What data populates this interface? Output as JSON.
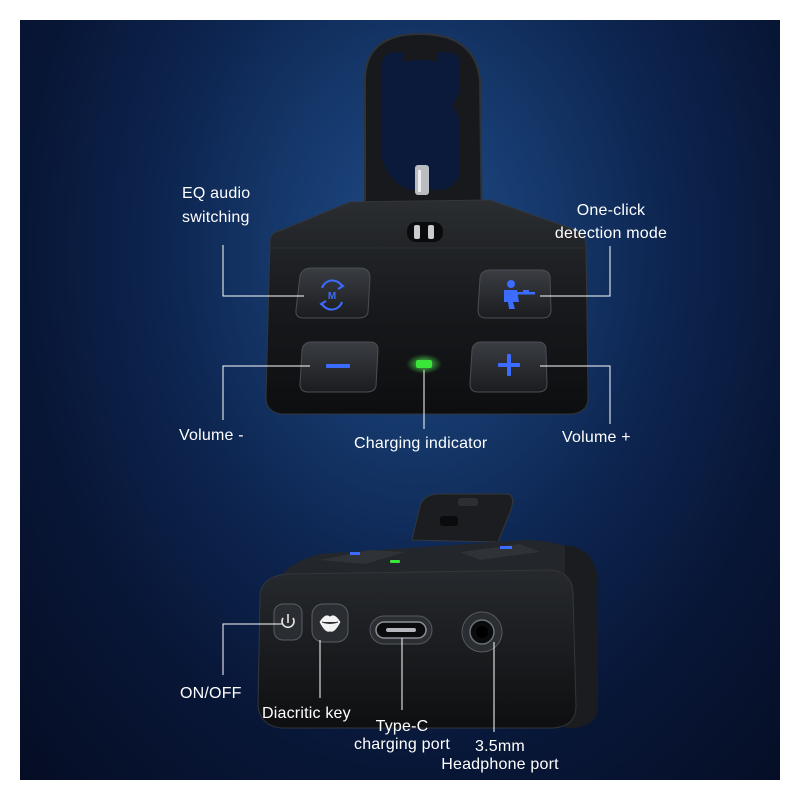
{
  "labels": {
    "eq_line1": "EQ audio",
    "eq_line2": "switching",
    "detect_line1": "One-click",
    "detect_line2": "detection mode",
    "volume_minus": "Volume -",
    "charging_indicator": "Charging indicator",
    "volume_plus": "Volume +",
    "on_off": "ON/OFF",
    "diacritic_key": "Diacritic key",
    "typec_line1": "Type-C",
    "typec_line2": "charging port",
    "jack_line1": "3.5mm",
    "jack_line2": "Headphone port"
  },
  "icons": {
    "eq": "eq-mode-icon",
    "detect": "soldier-icon",
    "minus": "minus-icon",
    "plus": "plus-icon",
    "power": "power-icon",
    "mic": "lips-icon"
  },
  "colors": {
    "button_glyph": "#3b6cff",
    "charging_led": "#39e639",
    "callout_line": "#ffffff"
  }
}
